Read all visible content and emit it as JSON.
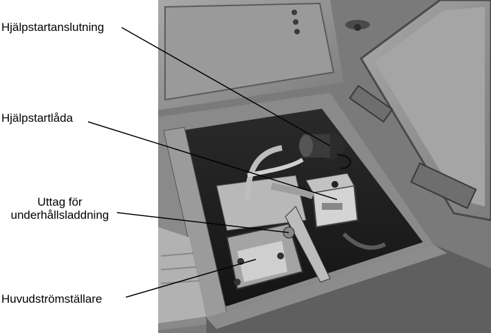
{
  "labels": {
    "jump_start_connection": "Hjälpstartanslutning",
    "jump_start_box": "Hjälpstartlåda",
    "maintenance_charging_outlet_line1": "Uttag för",
    "maintenance_charging_outlet_line2": "underhållsladdning",
    "main_power_switch": "Huvudströmställare"
  }
}
